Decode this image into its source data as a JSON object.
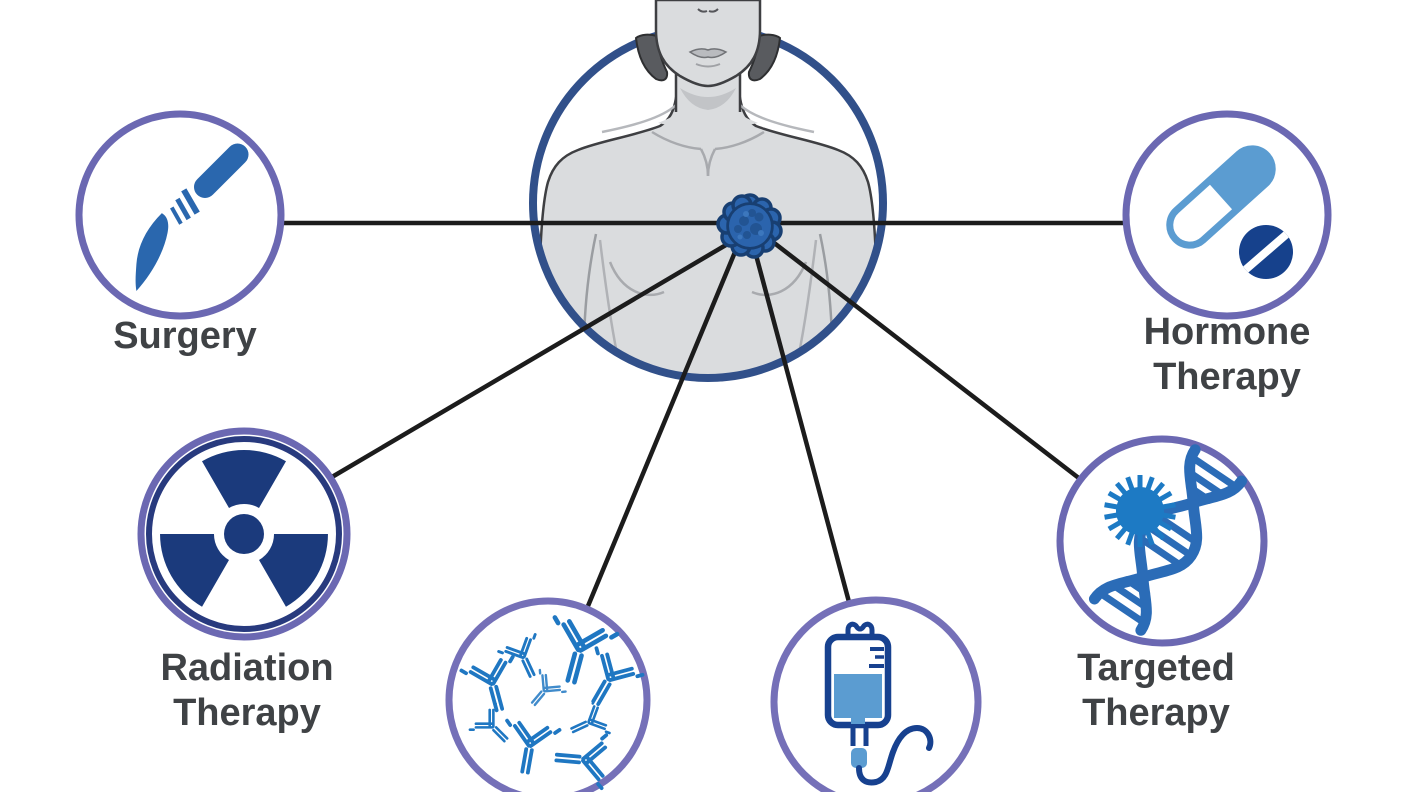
{
  "diagram": {
    "central": {
      "description": "patient torso illustration with breast tumor",
      "icon": "breast-tumor-icon"
    },
    "nodes": [
      {
        "id": "surgery",
        "label_lines": [
          "Surgery"
        ],
        "icon": "scalpel-icon"
      },
      {
        "id": "hormone-therapy",
        "label_lines": [
          "Hormone",
          "Therapy"
        ],
        "icon": "capsule-pill-icon"
      },
      {
        "id": "radiation-therapy",
        "label_lines": [
          "Radiation",
          "Therapy"
        ],
        "icon": "radiation-trefoil-icon"
      },
      {
        "id": "targeted-therapy",
        "label_lines": [
          "Targeted",
          "Therapy"
        ],
        "icon": "dna-helix-target-icon"
      },
      {
        "id": "antibody-node",
        "label_lines": [],
        "icon": "antibody-icon"
      },
      {
        "id": "iv-infusion-node",
        "label_lines": [],
        "icon": "iv-bag-icon"
      }
    ],
    "colors": {
      "central_ring": "#31508a",
      "node_ring": "#6b68b2",
      "radiation_inner_ring": "#283a7e",
      "icon_blue": "#2a67ae",
      "icon_light_blue": "#5b9cd1",
      "icon_navy": "#16418c",
      "antibody_blue": "#1f77c2",
      "starburst_blue": "#1d7ac4",
      "tumor_blue": "#2b64ad",
      "connector_line": "#1c1c1c",
      "label_text": "#3f4245",
      "body_gray": "#dadcde"
    }
  }
}
